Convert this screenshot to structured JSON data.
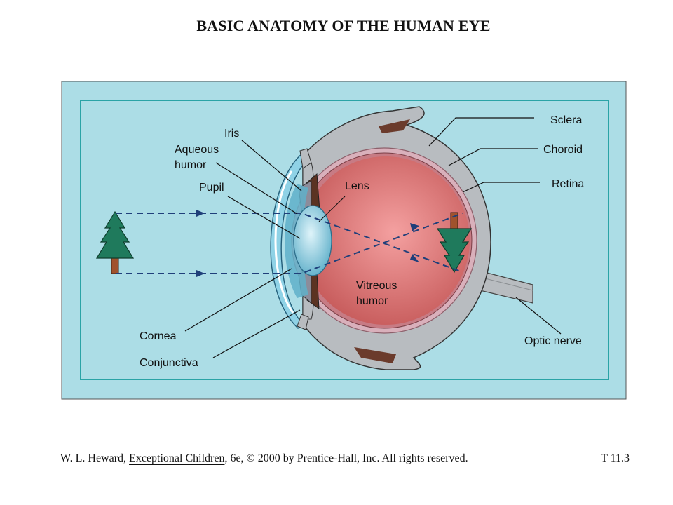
{
  "title": "BASIC ANATOMY OF THE HUMAN EYE",
  "labels": {
    "iris": "Iris",
    "aqueous_1": "Aqueous",
    "aqueous_2": "humor",
    "pupil": "Pupil",
    "lens": "Lens",
    "vitreous_1": "Vitreous",
    "vitreous_2": "humor",
    "cornea": "Cornea",
    "conjunctiva": "Conjunctiva",
    "sclera": "Sclera",
    "choroid": "Choroid",
    "retina": "Retina",
    "optic_nerve": "Optic nerve"
  },
  "footer": {
    "author": "W. L. Heward, ",
    "book": "Exceptional Children",
    "rest": ", 6e, © 2000 by Prentice-Hall, Inc. All rights reserved.",
    "code": "T  11.3"
  },
  "colors": {
    "panel": "#acdde6",
    "frame": "#2aa3a6",
    "sclera": "#b8bcc0",
    "vitreous": "#e98585",
    "lens": "#8ecfe0",
    "tree": "#1f7a5c",
    "trunk": "#a0522d"
  }
}
